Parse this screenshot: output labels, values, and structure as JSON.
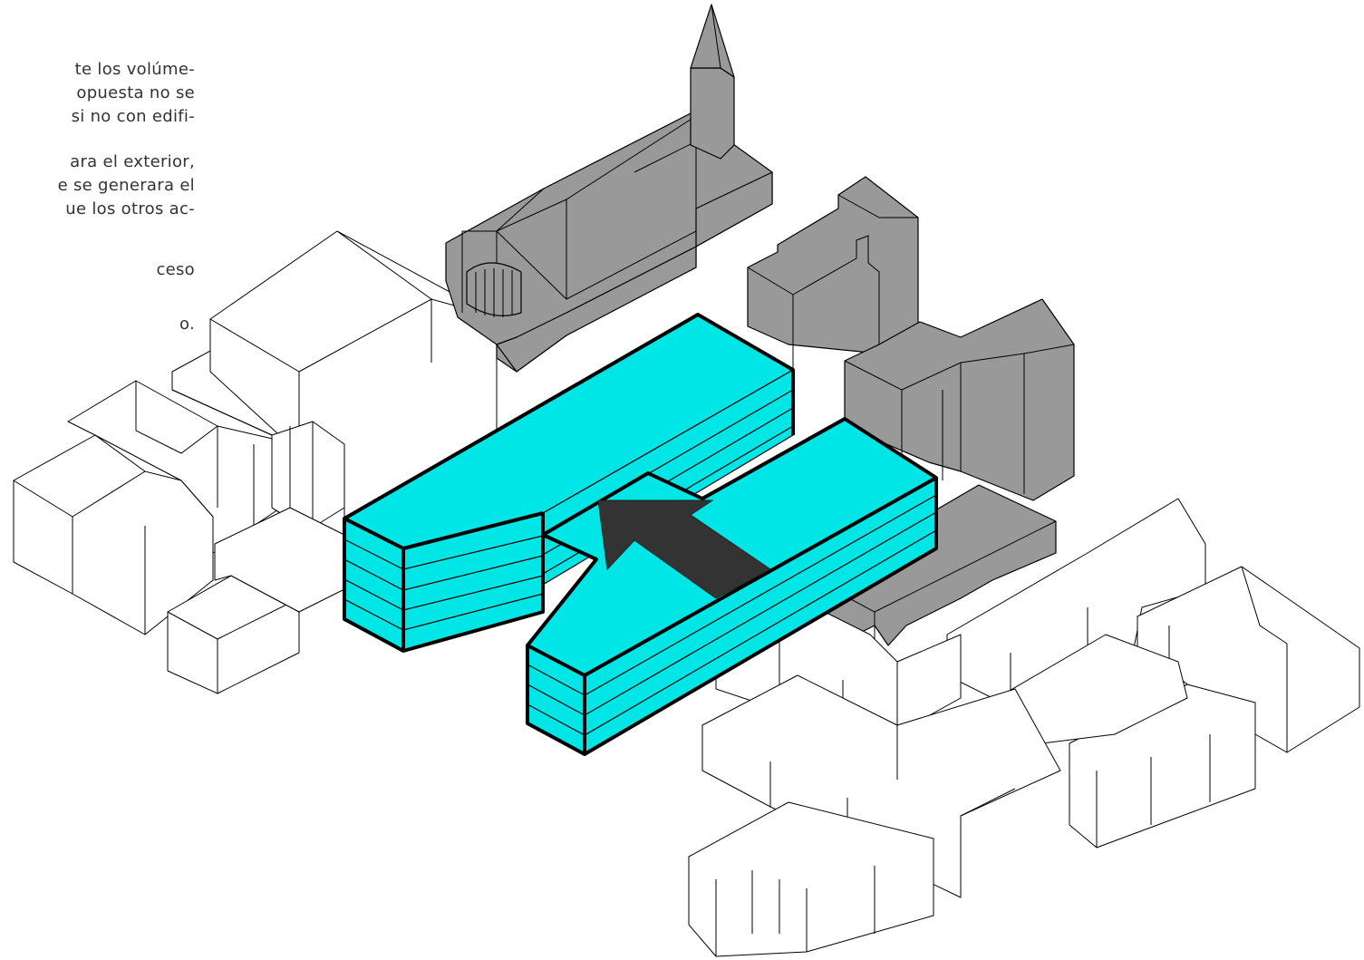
{
  "text_lines": [
    "te los volúme-",
    "opuesta no se",
    "si no con edifi-",
    "ara el exterior,",
    "e se generara el",
    "ue los otros ac-",
    "ceso",
    "o."
  ],
  "colors": {
    "proposal": "#00e5e5",
    "existing_highlight": "#999999",
    "context": "#ffffff",
    "arrow": "#333333"
  },
  "icons": {
    "arrow": "access-arrow-icon"
  }
}
